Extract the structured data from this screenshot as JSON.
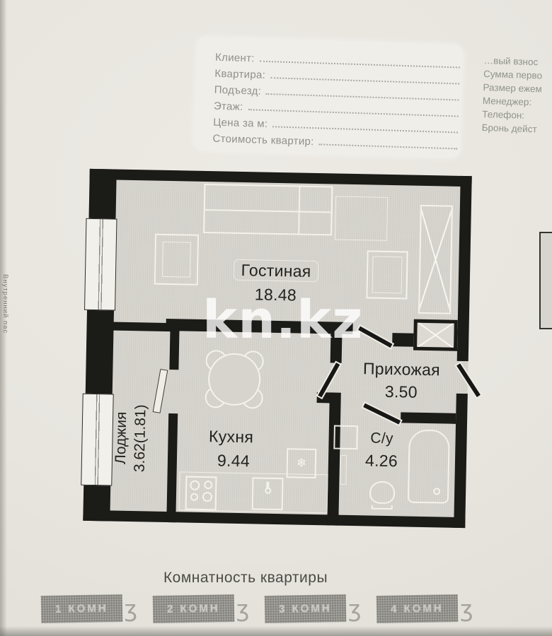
{
  "page": {
    "side_note": "Внутренний пас",
    "watermark": "kn.kz"
  },
  "form": {
    "labels": [
      "Клиент:",
      "Квартира:",
      "Подъезд:",
      "Этаж:",
      "Цена за м:",
      "Стоимость квартир:"
    ]
  },
  "right_column": {
    "lines": [
      "…вый взнос",
      "Сумма перво",
      "Размер ежем",
      "Менеджер:",
      "Телефон:",
      "Бронь дейст"
    ]
  },
  "plan": {
    "rooms": {
      "living": {
        "name": "Гостиная",
        "area": "18.48"
      },
      "hallway": {
        "name": "Прихожая",
        "area": "3.50"
      },
      "kitchen": {
        "name": "Кухня",
        "area": "9.44"
      },
      "bathroom": {
        "name": "С/у",
        "area": "4.26"
      },
      "loggia": {
        "name": "Лоджия",
        "area": "3.62(1.81)"
      }
    },
    "icons": {
      "fridge_snowflake": "❄"
    }
  },
  "footer": {
    "title": "Комнатность квартиры",
    "badges": [
      "1 КОМН",
      "2 КОМН",
      "3 КОМН",
      "4 КОМН"
    ],
    "ornament": "ʒ"
  },
  "colors": {
    "wall": "#1b1b18",
    "floor": "#d7d4ce",
    "paper": "#e9e6e0",
    "label_text": "#8e9289"
  }
}
